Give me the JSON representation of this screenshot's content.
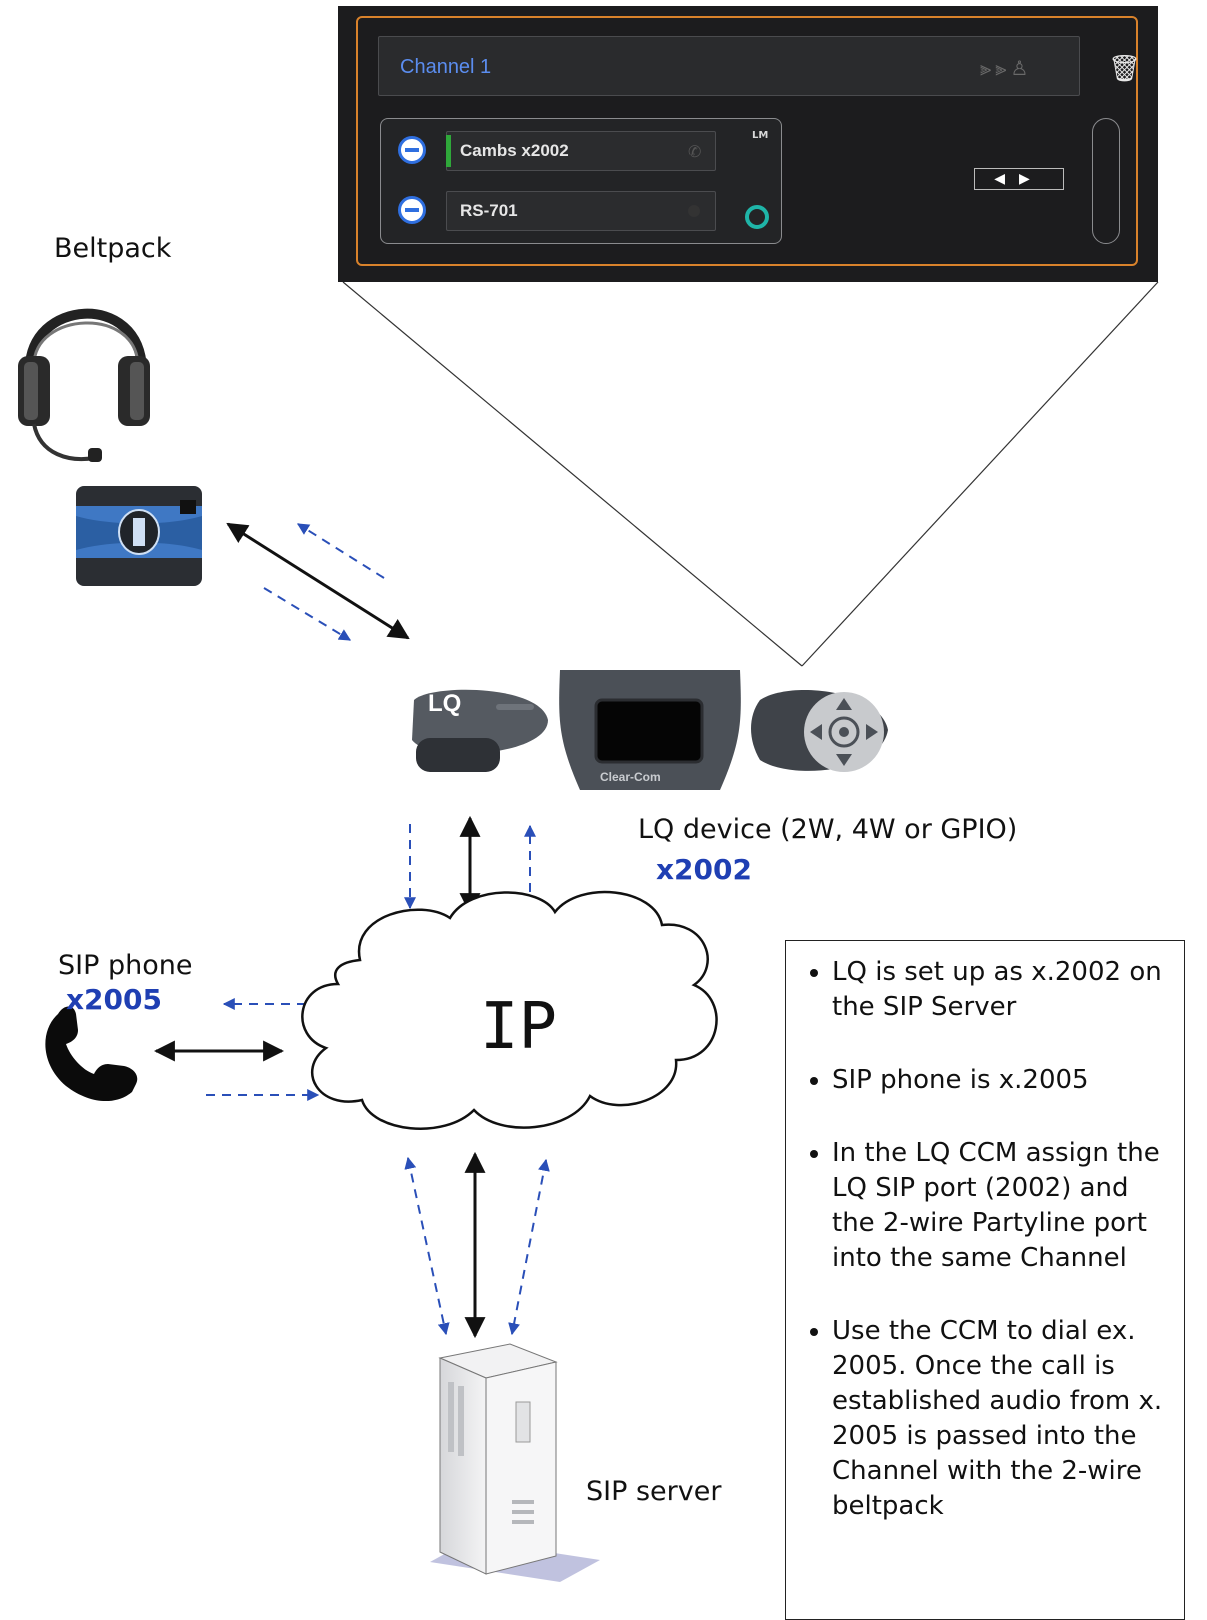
{
  "ccm_panel": {
    "channel_title": "Channel 1",
    "ports": [
      {
        "label": "Cambs x2002"
      },
      {
        "label": "RS-701"
      }
    ],
    "mode_badge": "LM"
  },
  "labels": {
    "beltpack": "Beltpack",
    "lq_device": "LQ device (2W, 4W or GPIO)",
    "lq_ext": "x2002",
    "sip_phone": "SIP phone",
    "sip_phone_ext": "x2005",
    "cloud": "IP",
    "sip_server": "SIP server",
    "lq_logo": "LQ",
    "lq_brand": "Clear-Com"
  },
  "notes": [
    "LQ is set up as x.2002 on the SIP Server",
    "SIP phone is x.2005",
    "In the LQ CCM assign the LQ SIP port (2002) and the 2-wire Partyline port into the same Channel",
    "Use the CCM to dial ex. 2005. Once the call is established audio from x. 2005 is passed into the Channel with the 2-wire beltpack"
  ],
  "colors": {
    "accent_orange": "#d9822b",
    "link_blue": "#1f3fb3",
    "dashed_blue": "#2a4fb8"
  },
  "icons": [
    "headset-icon",
    "beltpack-icon",
    "phone-icon",
    "server-icon",
    "trash-icon",
    "cloud-icon"
  ]
}
